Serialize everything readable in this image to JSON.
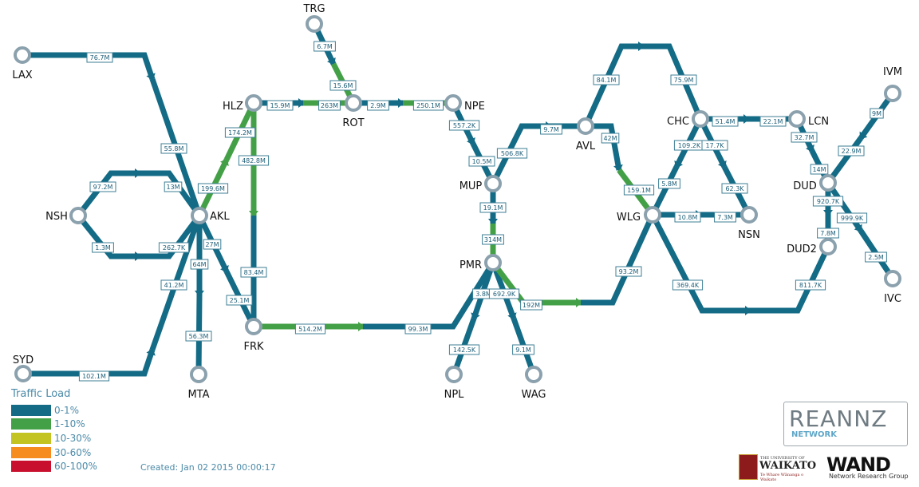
{
  "colors": {
    "low": "#136b86",
    "mid": "#44a047",
    "node_stroke": "#8ba1ad",
    "label_border": "#3d7f96"
  },
  "nodes": [
    {
      "id": "LAX",
      "label": "LAX"
    },
    {
      "id": "SYD",
      "label": "SYD"
    },
    {
      "id": "NSH",
      "label": "NSH"
    },
    {
      "id": "AKL",
      "label": "AKL"
    },
    {
      "id": "MTA",
      "label": "MTA"
    },
    {
      "id": "HLZ",
      "label": "HLZ"
    },
    {
      "id": "FRK",
      "label": "FRK"
    },
    {
      "id": "TRG",
      "label": "TRG"
    },
    {
      "id": "ROT",
      "label": "ROT"
    },
    {
      "id": "NPE",
      "label": "NPE"
    },
    {
      "id": "MUP",
      "label": "MUP"
    },
    {
      "id": "PMR",
      "label": "PMR"
    },
    {
      "id": "NPL",
      "label": "NPL"
    },
    {
      "id": "WAG",
      "label": "WAG"
    },
    {
      "id": "AVL",
      "label": "AVL"
    },
    {
      "id": "WLG",
      "label": "WLG"
    },
    {
      "id": "CHC",
      "label": "CHC"
    },
    {
      "id": "LCN",
      "label": "LCN"
    },
    {
      "id": "NSN",
      "label": "NSN"
    },
    {
      "id": "IVM",
      "label": "IVM"
    },
    {
      "id": "DUD",
      "label": "DUD"
    },
    {
      "id": "DUD2",
      "label": "DUD2"
    },
    {
      "id": "IVC",
      "label": "IVC"
    }
  ],
  "links": [
    {
      "label": "76.7M",
      "load": "low"
    },
    {
      "label": "55.8M",
      "load": "low"
    },
    {
      "label": "102.1M",
      "load": "low"
    },
    {
      "label": "41.2M",
      "load": "low"
    },
    {
      "label": "97.2M",
      "load": "low"
    },
    {
      "label": "13M",
      "load": "low"
    },
    {
      "label": "1.3M",
      "load": "low"
    },
    {
      "label": "262.7K",
      "load": "low"
    },
    {
      "label": "199.6M",
      "load": "mid"
    },
    {
      "label": "174.2M",
      "load": "mid"
    },
    {
      "label": "27M",
      "load": "low"
    },
    {
      "label": "25.1M",
      "load": "low"
    },
    {
      "label": "64M",
      "load": "low"
    },
    {
      "label": "56.3M",
      "load": "low"
    },
    {
      "label": "482.8M",
      "load": "mid"
    },
    {
      "label": "83.4M",
      "load": "low"
    },
    {
      "label": "15.9M",
      "load": "low"
    },
    {
      "label": "263M",
      "load": "mid"
    },
    {
      "label": "6.7M",
      "load": "low"
    },
    {
      "label": "15.6M",
      "load": "mid"
    },
    {
      "label": "2.9M",
      "load": "low"
    },
    {
      "label": "250.1M",
      "load": "mid"
    },
    {
      "label": "514.2M",
      "load": "mid"
    },
    {
      "label": "99.3M",
      "load": "low"
    },
    {
      "label": "557.2K",
      "load": "low"
    },
    {
      "label": "10.5M",
      "load": "low"
    },
    {
      "label": "506.8K",
      "load": "low"
    },
    {
      "label": "9.7M",
      "load": "low"
    },
    {
      "label": "19.1M",
      "load": "low"
    },
    {
      "label": "314M",
      "load": "mid"
    },
    {
      "label": "3.8M",
      "load": "low"
    },
    {
      "label": "142.5K",
      "load": "low"
    },
    {
      "label": "692.9K",
      "load": "low"
    },
    {
      "label": "9.1M",
      "load": "low"
    },
    {
      "label": "192M",
      "load": "mid"
    },
    {
      "label": "93.2M",
      "load": "low"
    },
    {
      "label": "42M",
      "load": "low"
    },
    {
      "label": "159.1M",
      "load": "mid"
    },
    {
      "label": "84.1M",
      "load": "low"
    },
    {
      "label": "75.9M",
      "load": "low"
    },
    {
      "label": "51.4M",
      "load": "low"
    },
    {
      "label": "22.1M",
      "load": "low"
    },
    {
      "label": "109.2K",
      "load": "low"
    },
    {
      "label": "5.8M",
      "load": "low"
    },
    {
      "label": "17.7K",
      "load": "low"
    },
    {
      "label": "62.3K",
      "load": "low"
    },
    {
      "label": "10.8M",
      "load": "low"
    },
    {
      "label": "7.3M",
      "load": "low"
    },
    {
      "label": "369.4K",
      "load": "low"
    },
    {
      "label": "811.7K",
      "load": "low"
    },
    {
      "label": "32.7M",
      "load": "low"
    },
    {
      "label": "14M",
      "load": "low"
    },
    {
      "label": "9M",
      "load": "low"
    },
    {
      "label": "22.9M",
      "load": "low"
    },
    {
      "label": "920.7K",
      "load": "low"
    },
    {
      "label": "999.9K",
      "load": "low"
    },
    {
      "label": "7.8M",
      "load": "low"
    },
    {
      "label": "2.5M",
      "load": "low"
    }
  ],
  "legend": {
    "title": "Traffic Load",
    "items": [
      {
        "label": "0-1%",
        "color": "#136b86"
      },
      {
        "label": "1-10%",
        "color": "#44a047"
      },
      {
        "label": "10-30%",
        "color": "#c3c321"
      },
      {
        "label": "30-60%",
        "color": "#f68b1f"
      },
      {
        "label": "60-100%",
        "color": "#c8102e"
      }
    ]
  },
  "footer": {
    "created": "Created: Jan 02 2015 00:00:17"
  },
  "logos": {
    "reannz": {
      "name": "REANNZ",
      "subtitle": "NETWORK"
    },
    "waikato": {
      "line1": "THE UNIVERSITY OF",
      "name": "WAIKATO",
      "motto": "Te Whare Wānanga o Waikato"
    },
    "wand": {
      "name": "WAND",
      "subtitle": "Network Research Group"
    }
  }
}
